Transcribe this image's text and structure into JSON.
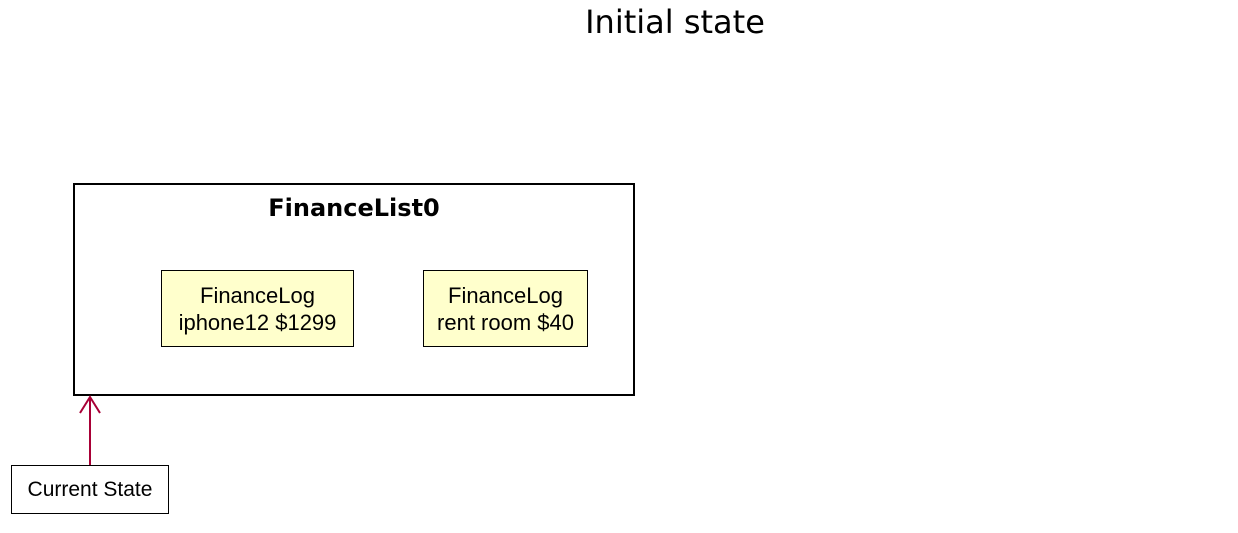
{
  "diagram": {
    "title": "Initial state",
    "package": {
      "label": "FinanceList0",
      "objects": [
        {
          "line1": "FinanceLog",
          "line2": "iphone12 $1299"
        },
        {
          "line1": "FinanceLog",
          "line2": "rent room $40"
        }
      ]
    },
    "pointer": {
      "label": "Current State",
      "target": "FinanceList0"
    },
    "colors": {
      "object_fill": "#ffffcc",
      "arrow": "#a80036",
      "border": "#000000"
    }
  }
}
